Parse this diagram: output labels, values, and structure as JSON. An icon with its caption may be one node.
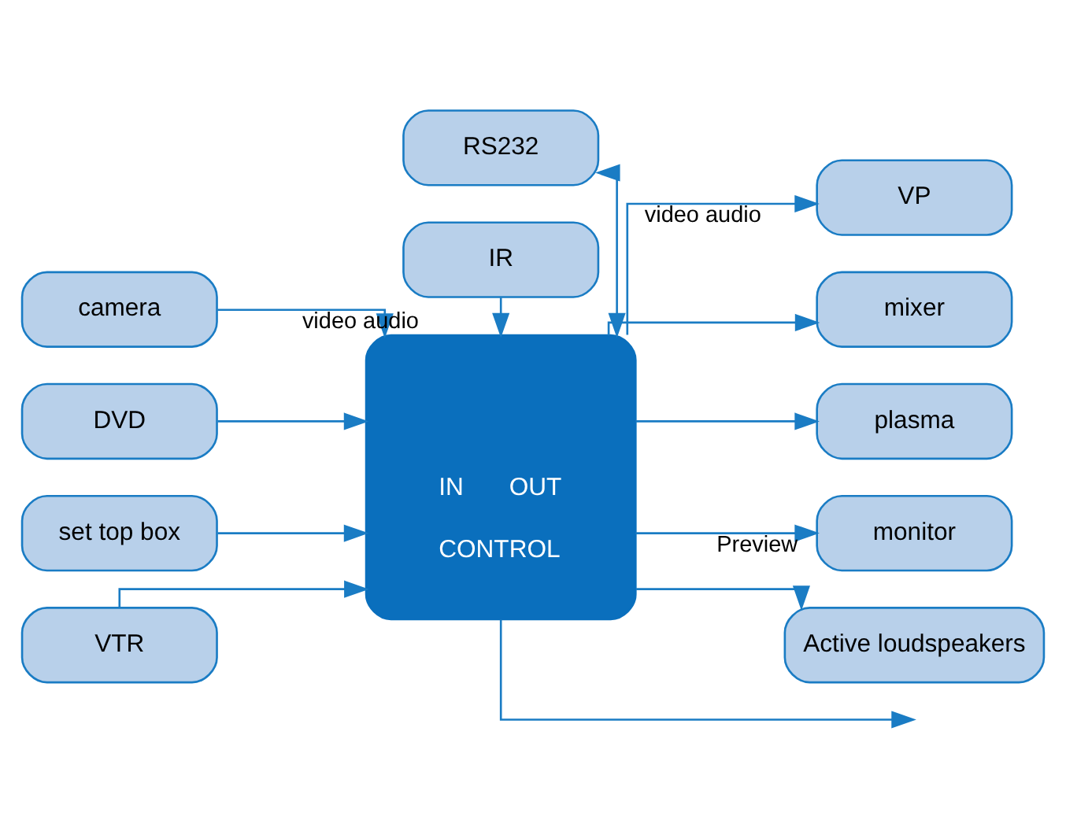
{
  "diagram": {
    "nodes": [
      {
        "text": [
          "camera"
        ]
      },
      {
        "text": [
          "DVD"
        ]
      },
      {
        "text": [
          "set top box"
        ]
      },
      {
        "text": [
          "VTR"
        ]
      },
      {
        "text": [
          "IN",
          "OUT",
          "CONTROL"
        ]
      },
      {
        "text": [
          "VP"
        ]
      },
      {
        "text": [
          "mixer"
        ]
      },
      {
        "text": [
          "plasma"
        ]
      },
      {
        "text": [
          "monitor"
        ]
      },
      {
        "text": [
          "Active loudspeakers"
        ]
      },
      {
        "text": [
          "RS232"
        ]
      },
      {
        "text": [
          "IR"
        ]
      }
    ],
    "edges": [
      {
        "from": 0,
        "to": 4,
        "arrow": "to",
        "label": "video audio"
      },
      {
        "from": 1,
        "to": 4,
        "arrow": "to"
      },
      {
        "from": 2,
        "to": 4,
        "arrow": "to"
      },
      {
        "from": 3,
        "to": 4,
        "arrow": "to"
      },
      {
        "from": 4,
        "to": 5,
        "arrow": "to",
        "label": "video audio"
      },
      {
        "from": 4,
        "to": 6,
        "arrow": "to"
      },
      {
        "from": 4,
        "to": null,
        "arrow": "to"
      },
      {
        "from": 4,
        "to": 7,
        "arrow": "to"
      },
      {
        "from": 4,
        "to": 8,
        "arrow": "to",
        "label": "Preview"
      },
      {
        "from": 4,
        "to": 9,
        "arrow": "to"
      },
      {
        "from": 10,
        "to": 4,
        "arrow": "both"
      },
      {
        "from": 11,
        "to": 4,
        "arrow": "to"
      }
    ]
  }
}
